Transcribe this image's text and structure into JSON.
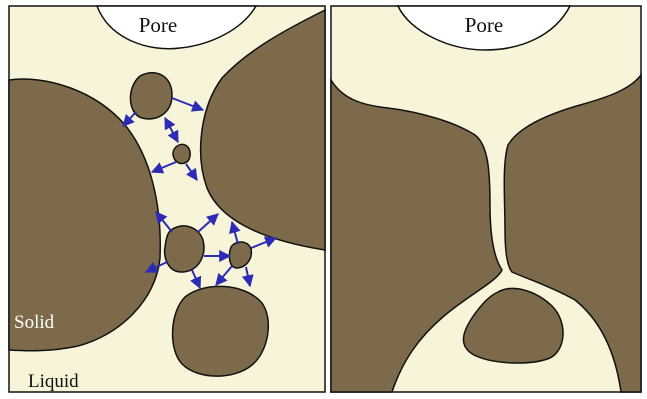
{
  "colors": {
    "liquid": "#f8f4d9",
    "solid": "#7d6a4b",
    "pore": "#ffffff",
    "outline": "#111111",
    "arrow": "#2b2bb5",
    "solid_label": "#ffffff",
    "text": "#111111"
  },
  "left_panel": {
    "pore_label": "Pore",
    "solid_label": "Solid",
    "liquid_label": "Liquid"
  },
  "right_panel": {
    "pore_label": "Pore"
  }
}
